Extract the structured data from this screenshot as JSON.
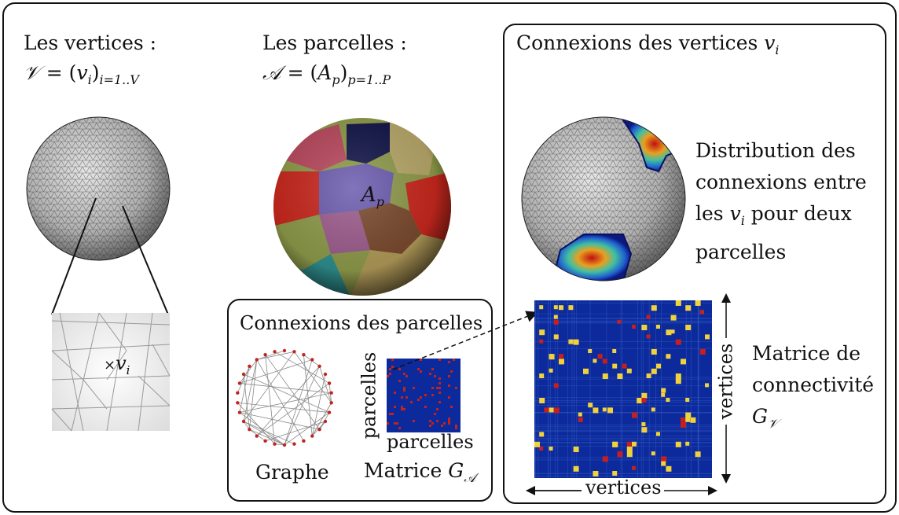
{
  "vertices_panel": {
    "title": "Les vertices :",
    "formula_lhs": "𝒱",
    "formula_eq": " = (",
    "formula_var": "v",
    "formula_sub": "i",
    "formula_close": ")",
    "formula_range": "i=1..V",
    "zoom_label_var": "v",
    "zoom_label_sub": "i"
  },
  "parcels_panel": {
    "title": "Les parcelles :",
    "formula_lhs": "𝒜",
    "formula_eq": " = (",
    "formula_var": "A",
    "formula_sub": "p",
    "formula_close": ")",
    "formula_range": "p=1..P",
    "sphere_label_var": "A",
    "sphere_label_sub": "p"
  },
  "parcel_connections": {
    "title": "Connexions des parcelles",
    "graph_label": "Graphe",
    "matrix_label_prefix": "Matrice ",
    "matrix_label_var": "G",
    "matrix_label_sub": "𝒜",
    "matrix_ylabel": "parcelles",
    "matrix_xlabel": "parcelles"
  },
  "vertex_connections": {
    "title_prefix": "Connexions des vertices ",
    "title_var": "v",
    "title_sub": "i",
    "dist_line1": "Distribution des",
    "dist_line2": "connexions entre",
    "dist_line3_prefix": "les ",
    "dist_line3_var": "v",
    "dist_line3_sub": "i",
    "dist_line3_suffix": " pour deux",
    "dist_line4": "parcelles",
    "matrix_line1": "Matrice de",
    "matrix_line2": "connectivité",
    "matrix_var": "G",
    "matrix_sub": "𝒱",
    "xlabel": "vertices",
    "ylabel": "vertices"
  },
  "colors": {
    "sphere_gray": "#b8b8b8",
    "matrix_bg": "#0c2a9c",
    "blob_red": "#c81e1e",
    "blob_yellow": "#f0d23c",
    "dot_red": "#c0241e"
  },
  "parcel_colors": [
    "#b9495e",
    "#14164a",
    "#b8a86a",
    "#c9281e",
    "#6c5cae",
    "#8e9a4a",
    "#2f8f8f",
    "#b19a58",
    "#7a4a2e",
    "#9c5c8c",
    "#6a2a5a"
  ]
}
